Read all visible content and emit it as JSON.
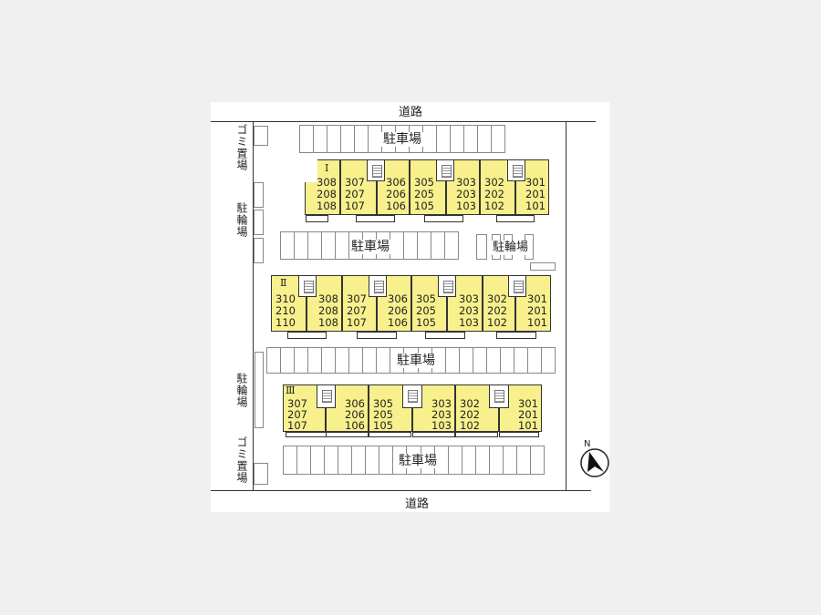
{
  "roads": {
    "top": "道路",
    "bottom": "道路"
  },
  "labels": {
    "parking": "駐車場",
    "bicycle": "駐輪場",
    "garbage": "ゴミ置場"
  },
  "parking_lots": [
    {
      "stalls": 15
    },
    {
      "stalls": 13
    },
    {
      "stalls": 21
    },
    {
      "stalls": 19
    }
  ],
  "buildings": [
    {
      "name": "Ⅰ",
      "units": [
        "308\n208\n108",
        "307\n207\n107",
        "306\n206\n106",
        "305\n205\n105",
        "303\n203\n103",
        "302\n202\n102",
        "301\n201\n101"
      ]
    },
    {
      "name": "Ⅱ",
      "units": [
        "310\n210\n110",
        "308\n208\n108",
        "307\n207\n107",
        "306\n206\n106",
        "305\n205\n105",
        "303\n203\n103",
        "302\n202\n102",
        "301\n201\n101"
      ]
    },
    {
      "name": "Ⅲ",
      "units": [
        "307\n207\n107",
        "306\n206\n106",
        "305\n205\n105",
        "303\n203\n103",
        "302\n202\n102",
        "301\n201\n101"
      ]
    }
  ],
  "compass": {
    "label": "N"
  },
  "colors": {
    "unit": "#f7f08c",
    "background": "#f0f0f0"
  }
}
